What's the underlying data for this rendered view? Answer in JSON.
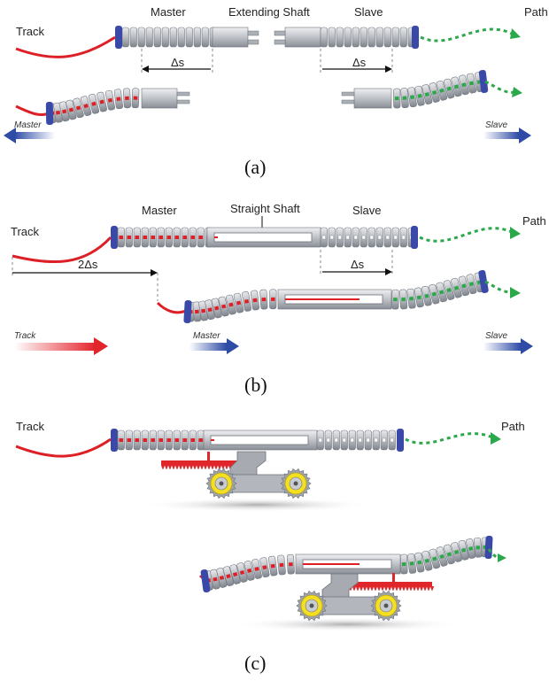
{
  "colors": {
    "track": "#dd1f26",
    "path": "#2aa84a",
    "cap": "#3a49a8",
    "segment": "#b9bcc2",
    "segment_dark": "#858a92",
    "rack": "#e0262b",
    "wheel_rim": "#f4e021",
    "arrow_blue": "#2e4ba6",
    "arrow_red": "#e3242b"
  },
  "panel_a": {
    "track_label": "Track",
    "master_label": "Master",
    "shaft_label": "Extending Shaft",
    "slave_label": "Slave",
    "path_label": "Path",
    "delta_left": "Δs",
    "delta_right": "Δs",
    "arrow_master": "Master",
    "arrow_slave": "Slave",
    "caption": "(a)"
  },
  "panel_b": {
    "track_label": "Track",
    "master_label": "Master",
    "shaft_label": "Straight Shaft",
    "slave_label": "Slave",
    "path_label": "Path",
    "delta_2": "2Δs",
    "delta_1": "Δs",
    "arrow_track": "Track",
    "arrow_master": "Master",
    "arrow_slave": "Slave",
    "caption": "(b)"
  },
  "panel_c": {
    "track_label": "Track",
    "path_label": "Path",
    "caption": "(c)"
  }
}
